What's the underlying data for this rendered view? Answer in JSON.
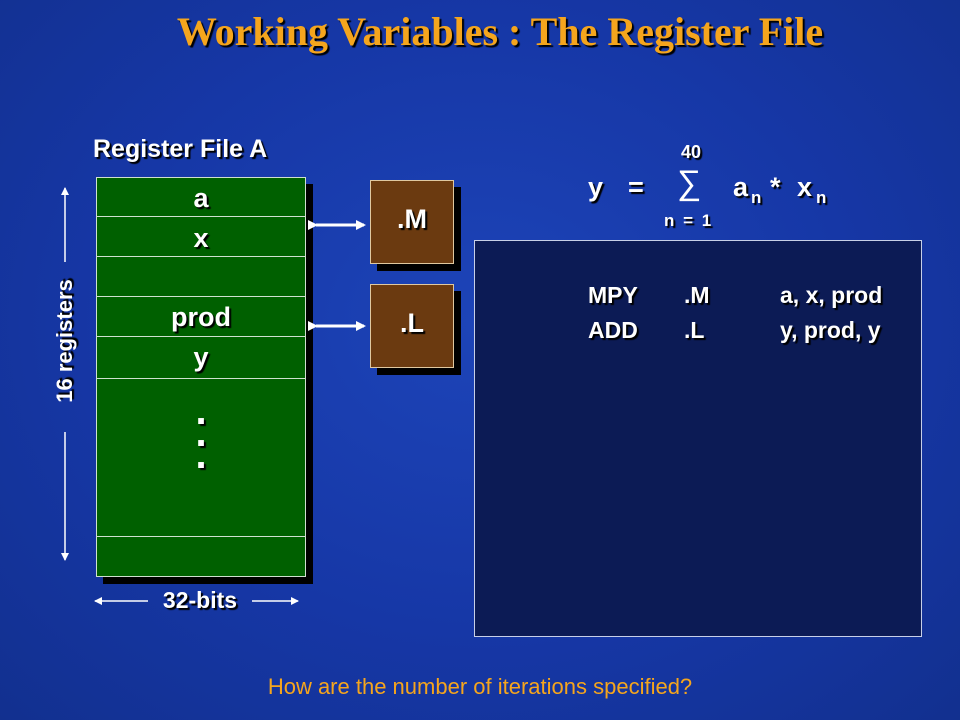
{
  "title": "Working Variables : The Register File",
  "register_file": {
    "label": "Register File A",
    "rows": [
      "a",
      "x",
      "",
      "prod",
      "y",
      "",
      ""
    ],
    "height_label": "16 registers",
    "width_label": "32-bits"
  },
  "units": [
    ".M",
    ".L"
  ],
  "equation": {
    "upper": "40",
    "lhs": "y",
    "equals": "=",
    "sigma": "∑",
    "a": "a",
    "a_sub": "n",
    "times": "*",
    "x": "x",
    "x_sub": "n",
    "lower": "n = 1"
  },
  "code": [
    {
      "op": "MPY",
      "unit": ".M",
      "args": "a, x, prod"
    },
    {
      "op": "ADD",
      "unit": ".L",
      "args": "y, prod, y"
    }
  ],
  "question": "How are the number of iterations specified?",
  "colors": {
    "background": "#1637a6",
    "title": "#f5a51d",
    "register_fill": "#006000",
    "unit_fill": "#6b3a10",
    "code_box": "#0c1b55"
  }
}
